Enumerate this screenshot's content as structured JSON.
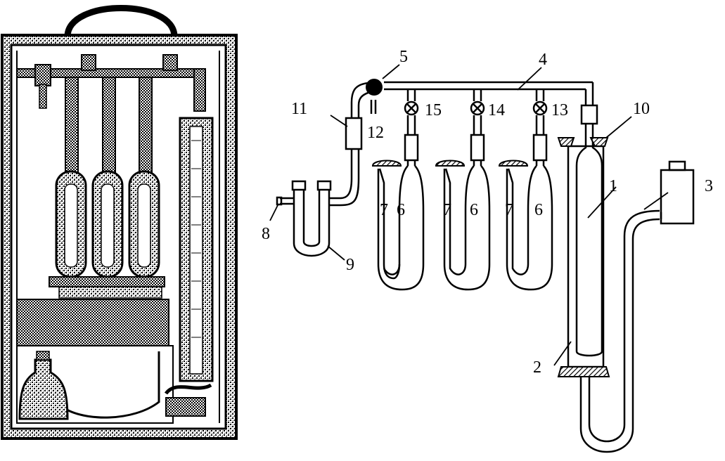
{
  "labels": {
    "l1": "1",
    "l2": "2",
    "l3": "3",
    "l4": "4",
    "l5": "5",
    "l6a": "6",
    "l6b": "6",
    "l6c": "6",
    "l7a": "7",
    "l7b": "7",
    "l7c": "7",
    "l8": "8",
    "l9": "9",
    "l10": "10",
    "l11": "11",
    "l12": "12",
    "l13": "13",
    "l14": "14",
    "l15": "15"
  },
  "colors": {
    "ink": "#000000",
    "paper": "#ffffff",
    "stipple": "#8a8a8a"
  },
  "icons": [
    "apparatus-photo",
    "stopcock-icon",
    "three-way-valve-icon",
    "leveling-bottle-icon"
  ]
}
